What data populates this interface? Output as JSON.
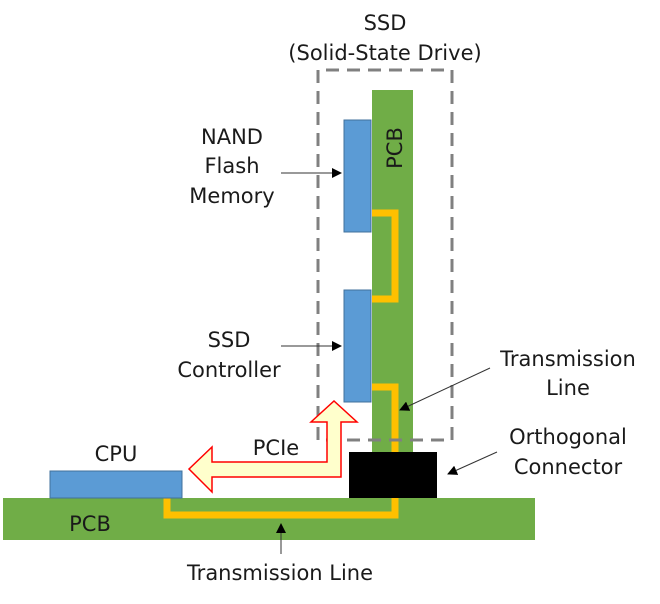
{
  "colors": {
    "pcb": "#70AD47",
    "chip": "#5B9BD5",
    "chip_border": "#41719C",
    "trace": "#FFC000",
    "connector": "#000000",
    "dashed_box": "#808080",
    "arrow_fill": "#FFFFCC",
    "arrow_stroke": "#FF0000",
    "text": "#1a1a1a"
  },
  "labels": {
    "ssd_title": "SSD",
    "ssd_subtitle": "(Solid-State Drive)",
    "nand_line1": "NAND",
    "nand_line2": "Flash",
    "nand_line3": "Memory",
    "controller_line1": "SSD",
    "controller_line2": "Controller",
    "ssd_pcb": "PCB",
    "tline_right_line1": "Transmission",
    "tline_right_line2": "Line",
    "connector_line1": "Orthogonal",
    "connector_line2": "Connector",
    "cpu": "CPU",
    "pcie": "PCIe",
    "main_pcb": "PCB",
    "tline_bottom": "Transmission Line"
  }
}
